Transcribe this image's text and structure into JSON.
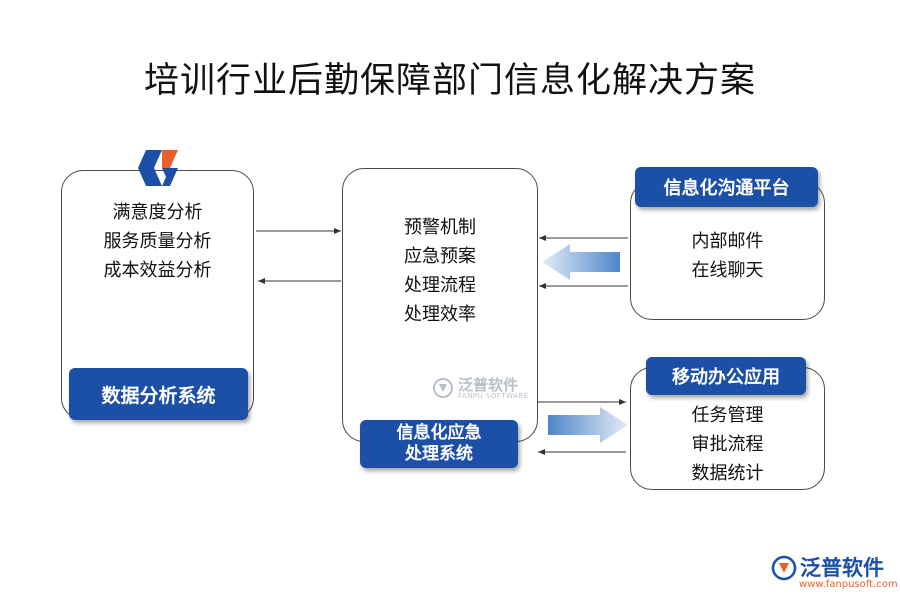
{
  "title": "培训行业后勤保障部门信息化解决方案",
  "left_box": {
    "items": [
      "满意度分析",
      "服务质量分析",
      "成本效益分析"
    ],
    "label": "数据分析系统"
  },
  "center_box": {
    "items": [
      "预警机制",
      "应急预案",
      "处理流程",
      "处理效率"
    ],
    "label_lines": [
      "信息化应急",
      "处理系统"
    ]
  },
  "right_top_box": {
    "label": "信息化沟通平台",
    "items": [
      "内部邮件",
      "在线聊天"
    ]
  },
  "right_bottom_box": {
    "label": "移动办公应用",
    "items": [
      "任务管理",
      "审批流程",
      "数据统计"
    ]
  },
  "watermark": {
    "name": "泛普软件",
    "sub": "FANPU SOFTWARE"
  },
  "brand": {
    "name": "泛普软件",
    "url": "www.fanpusoft.com"
  },
  "colors": {
    "label_bg": "#1c4fa6",
    "logo_orange": "#e8612c",
    "logo_blue": "#1c4fa6"
  }
}
